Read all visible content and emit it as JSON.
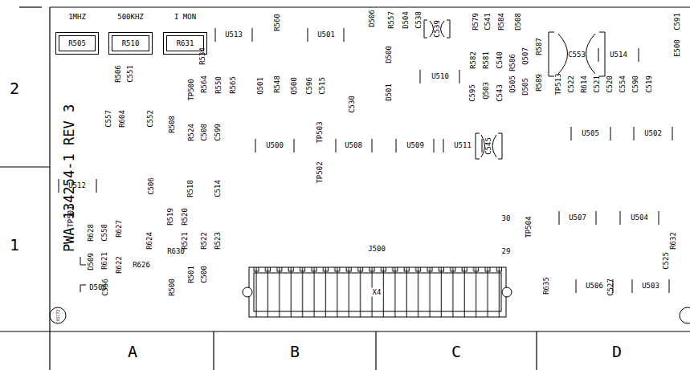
{
  "diagram": {
    "nodes": [
      {
        "text": [
          "1MHZ",
          "R505"
        ]
      },
      {
        "text": [
          "500KHZ",
          "R510"
        ]
      },
      {
        "text": [
          "I MON",
          "R631"
        ]
      },
      {
        "text": [
          "J500",
          "X4"
        ]
      }
    ],
    "labels": [
      "U513",
      "R560",
      "U501",
      "D506",
      "R557",
      "D504",
      "C538",
      "C539",
      "R579",
      "C541",
      "R584",
      "D508",
      "C553",
      "U514",
      "C591",
      "E500",
      "D500",
      "U510",
      "R582",
      "R581",
      "C540",
      "R586",
      "Q507",
      "R587",
      "C595",
      "Q503",
      "C543",
      "Q505",
      "D505",
      "R589",
      "TP513",
      "C522",
      "R614",
      "C521",
      "C520",
      "C554",
      "C590",
      "C519",
      "R506",
      "C551",
      "R534",
      "TP500",
      "R564",
      "R550",
      "R565",
      "Q501",
      "R548",
      "Q500",
      "C596",
      "C515",
      "D501",
      "C530",
      "C557",
      "R604",
      "C552",
      "R508",
      "R524",
      "C508",
      "C599",
      "U500",
      "TP503",
      "TP502",
      "U508",
      "U509",
      "U511",
      "C545",
      "U505",
      "U502",
      "U512",
      "C506",
      "R518",
      "C514",
      "TP501",
      "R628",
      "C558",
      "R627",
      "R519",
      "R520",
      "R521",
      "R522",
      "R523",
      "R624",
      "R630",
      "R501",
      "C500",
      "D509",
      "R621",
      "R622",
      "R626",
      "D508",
      "C556",
      "R500",
      "30",
      "29",
      "TP504",
      "U507",
      "U504",
      "R632",
      "C525",
      "R635",
      "U506",
      "C527",
      "U503",
      "XICT2",
      "PWA 134254-1 REV 3",
      "2",
      "1",
      "A",
      "B",
      "C",
      "D"
    ]
  }
}
